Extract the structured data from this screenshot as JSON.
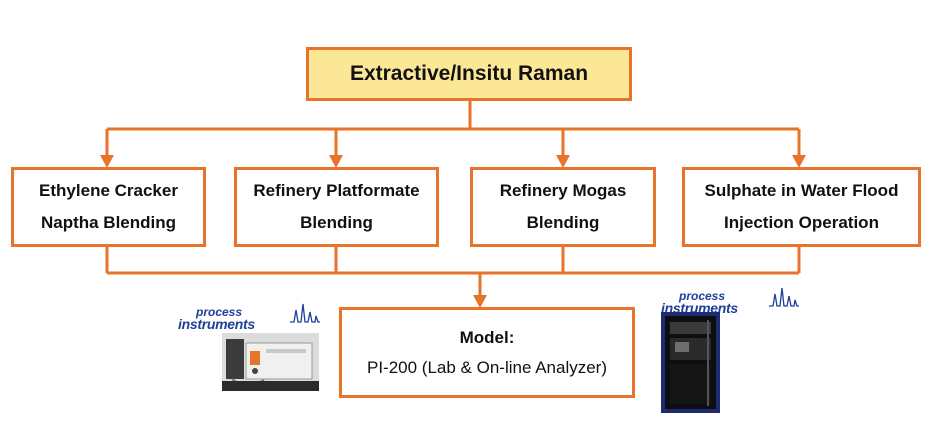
{
  "top": {
    "title": "Extractive/Insitu Raman"
  },
  "applications": [
    {
      "line1": "Ethylene Cracker",
      "line2": "Naptha Blending"
    },
    {
      "line1": "Refinery Platformate",
      "line2": "Blending"
    },
    {
      "line1": "Refinery Mogas",
      "line2": "Blending"
    },
    {
      "line1": "Sulphate in Water Flood",
      "line2": "Injection Operation"
    }
  ],
  "model": {
    "title": "Model:",
    "description": "PI-200 (Lab & On-line Analyzer)"
  },
  "logo": {
    "line1": "process",
    "line2": "instruments"
  },
  "colors": {
    "border": "#e8732a",
    "top_fill": "#fce797",
    "logo": "#1f3f9a"
  }
}
